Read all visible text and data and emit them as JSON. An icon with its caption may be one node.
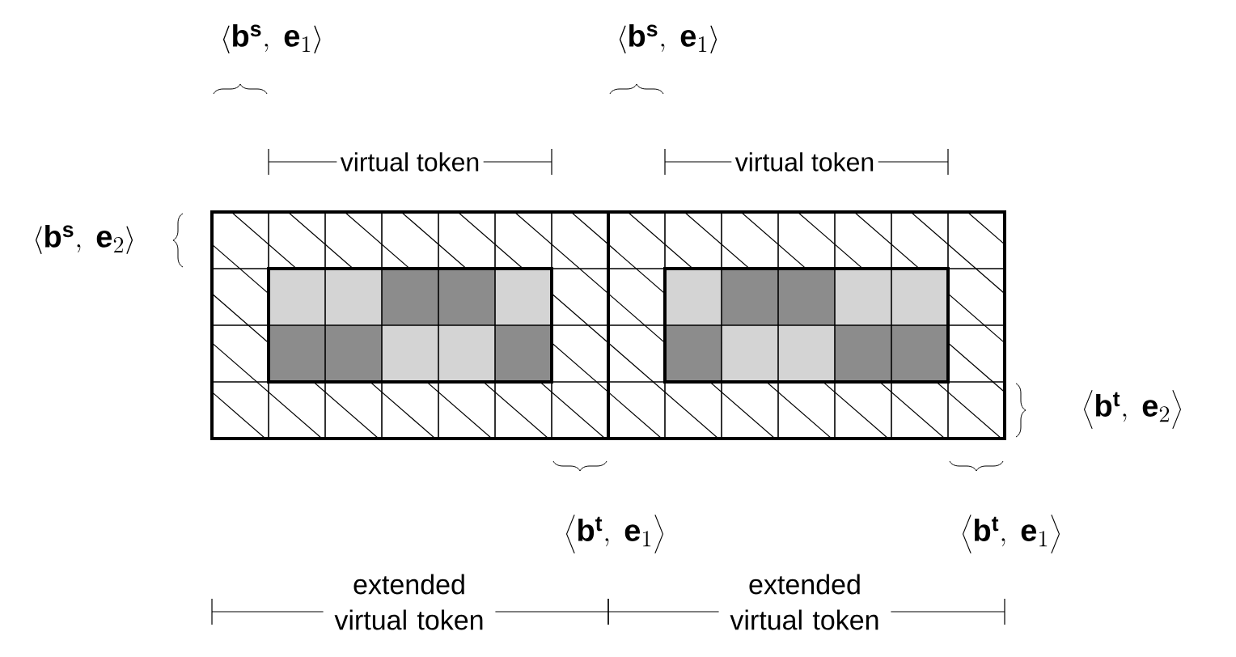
{
  "diagram": {
    "labels": [
      "\\left\\langle \\mathbf{b}^{\\mathbf{s}},\\ \\mathbf{e}_{1}\\right\\rangle",
      "\\left\\langle \\mathbf{b}^{\\mathbf{s}},\\ \\mathbf{e}_{1}\\right\\rangle",
      "virtual token",
      "virtual token",
      "\\left\\langle \\mathbf{b}^{\\mathbf{s}},\\ \\mathbf{e}_{2}\\right\\rangle",
      "\\left\\langle \\mathbf{b}^{\\mathbf{t}},\\ \\mathbf{e}_{2}\\right\\rangle",
      "\\left\\langle \\mathbf{b}^{\\mathbf{t}},\\ \\mathbf{e}_{1}\\right\\rangle",
      "\\left\\langle \\mathbf{b}^{\\mathbf{t}},\\ \\mathbf{e}_{1}\\right\\rangle",
      "extended virtual token",
      "extended virtual token"
    ]
  }
}
